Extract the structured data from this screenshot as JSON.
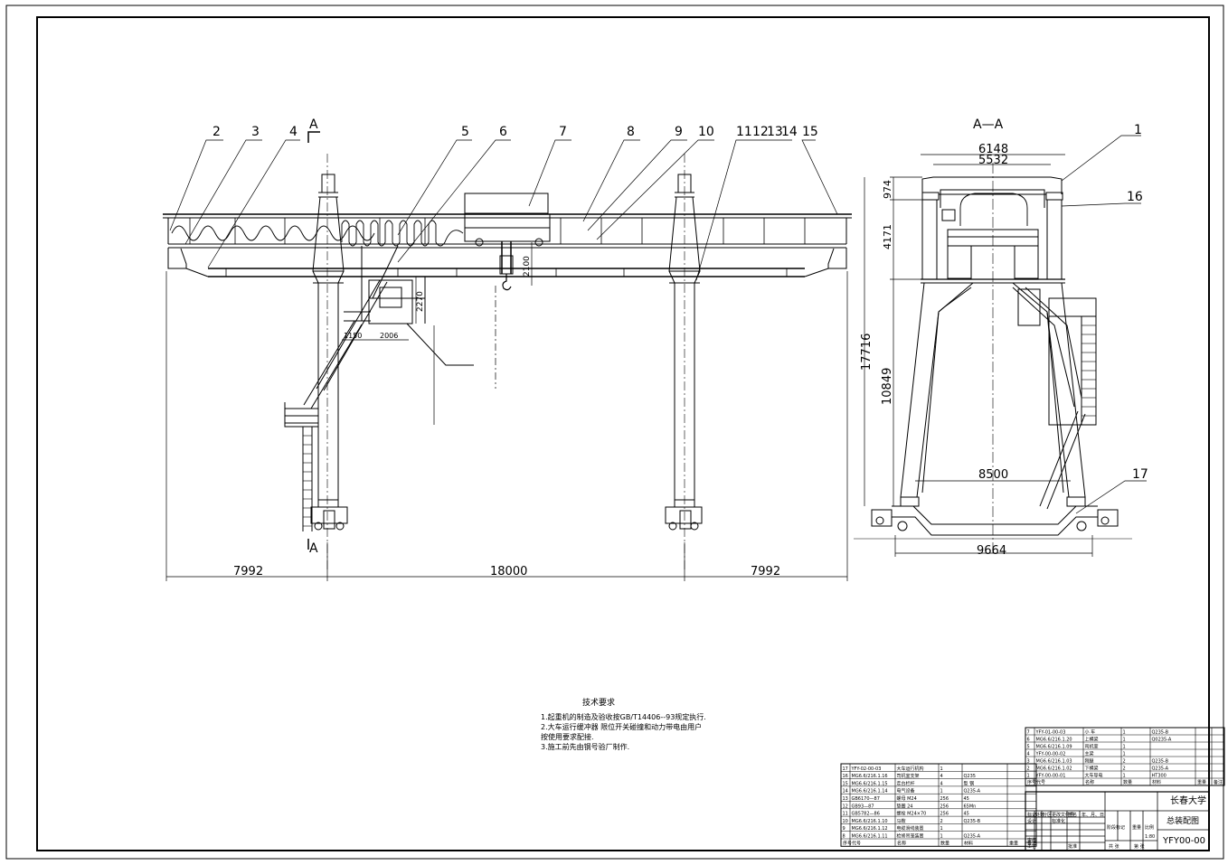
{
  "front_view": {
    "section_mark": "A",
    "balloons": [
      "2",
      "3",
      "4",
      "5",
      "6",
      "7",
      "8",
      "9",
      "10",
      "11",
      "12",
      "13",
      "14",
      "15"
    ],
    "dims": {
      "left_overhang": "7992",
      "span": "18000",
      "right_overhang": "7992",
      "hook_drop": "2100",
      "cab_height": "2270",
      "cab_w1": "1150",
      "cab_w2": "2006"
    }
  },
  "side_view": {
    "title": "A—A",
    "balloons": [
      "1",
      "16",
      "17"
    ],
    "dims": {
      "outer_top": "6148",
      "inner_top": "5532",
      "h_top": "974",
      "h_mid": "4171",
      "h_total": "17716",
      "h_lower": "10849",
      "base_inner": "8500",
      "base_outer": "9664"
    }
  },
  "notes": {
    "title": "技术要求",
    "lines": [
      "1.起重机的制造及验收按GB/T14406--93规定执行.",
      "2.大车运行缓冲器 限位开关碰撞和动力带电由用户",
      "  按使用要求配接.",
      "3.施工前先由钢号验厂制作."
    ]
  },
  "parts_left": [
    {
      "no": "17",
      "code": "YFY-02-00-03",
      "name": "大车运行机构",
      "qty": "1",
      "mat": ""
    },
    {
      "no": "16",
      "code": "MG6.6/216.1.16",
      "name": "司机室支架",
      "qty": "4",
      "mat": "Q235"
    },
    {
      "no": "15",
      "code": "MG6.6/216.1.15",
      "name": "走台栏杆",
      "qty": "4",
      "mat": "型 钢"
    },
    {
      "no": "14",
      "code": "MG6.6/216.1.14",
      "name": "电气设备",
      "qty": "1",
      "mat": "Q235-A"
    },
    {
      "no": "13",
      "code": "GB6170—87",
      "name": "螺母 M24",
      "qty": "256",
      "mat": "45"
    },
    {
      "no": "12",
      "code": "GB93—87",
      "name": "垫圈 24",
      "qty": "256",
      "mat": "65Mn"
    },
    {
      "no": "11",
      "code": "GB5782—86",
      "name": "螺栓 M24×70",
      "qty": "256",
      "mat": "45"
    },
    {
      "no": "10",
      "code": "MG6.6/216.1.10",
      "name": "马鞍",
      "qty": "2",
      "mat": "Q235-B"
    },
    {
      "no": "9",
      "code": "MG6.6/216.1.12",
      "name": "电缆滑线装置",
      "qty": "1",
      "mat": ""
    },
    {
      "no": "8",
      "code": "MG6.6/216.1.11",
      "name": "检修吊笼装置",
      "qty": "1",
      "mat": "Q235-A"
    }
  ],
  "parts_right": [
    {
      "no": "7",
      "code": "YFY-01-00-03",
      "name": "小 车",
      "qty": "1",
      "mat": "Q235-B"
    },
    {
      "no": "6",
      "code": "MG6.6/216.1.20",
      "name": "上横梁",
      "qty": "1",
      "mat": "Q0235-A"
    },
    {
      "no": "5",
      "code": "MG6.6/216.1.09",
      "name": "司机室",
      "qty": "1",
      "mat": ""
    },
    {
      "no": "4",
      "code": "YFY-00-00-02",
      "name": "主梁",
      "qty": "1",
      "mat": ""
    },
    {
      "no": "3",
      "code": "MG6.6/216.1.03",
      "name": "刚腿",
      "qty": "2",
      "mat": "Q235-B"
    },
    {
      "no": "2",
      "code": "MG6.6/216.1.02",
      "name": "下横梁",
      "qty": "2",
      "mat": "Q235-A"
    },
    {
      "no": "1",
      "code": "YFY-00-00-01",
      "name": "大车导电",
      "qty": "1",
      "mat": "HT300"
    }
  ],
  "parts_header": {
    "no": "序号",
    "code": "代号",
    "name": "名称",
    "qty": "数量",
    "mat": "材料",
    "weight": "重量",
    "note": "备注"
  },
  "title_block": {
    "university": "长春大学",
    "drawing_name": "总装配图",
    "drawing_no": "YFY00-00",
    "cells": [
      "标记",
      "处数",
      "分区",
      "更改文件号",
      "签名",
      "年、月、日",
      "设计",
      "标准化",
      "审核",
      "工艺",
      "批准",
      "阶段标记",
      "重量",
      "比例",
      "共 张",
      "第 张"
    ],
    "ratio": "1:80"
  }
}
